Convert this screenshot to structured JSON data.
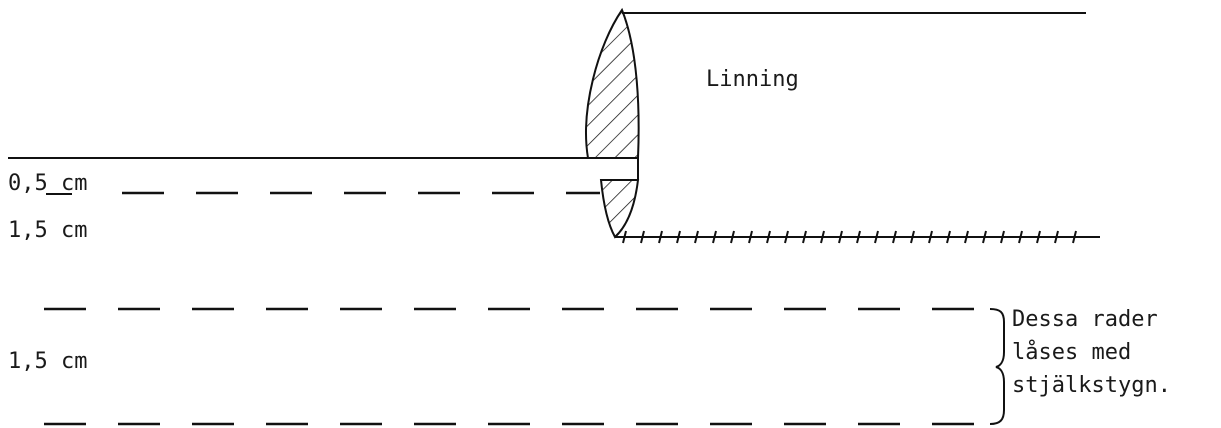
{
  "labels": {
    "linning": "Linning",
    "seam_allowance_1": "0,5 cm",
    "seam_allowance_2": "1,5 cm",
    "seam_allowance_3": "1,5 cm",
    "note_line1": "Dessa rader",
    "note_line2": "låses med",
    "note_line3": "stjälkstygn."
  },
  "colors": {
    "ink": "#111111",
    "background": "#ffffff"
  }
}
